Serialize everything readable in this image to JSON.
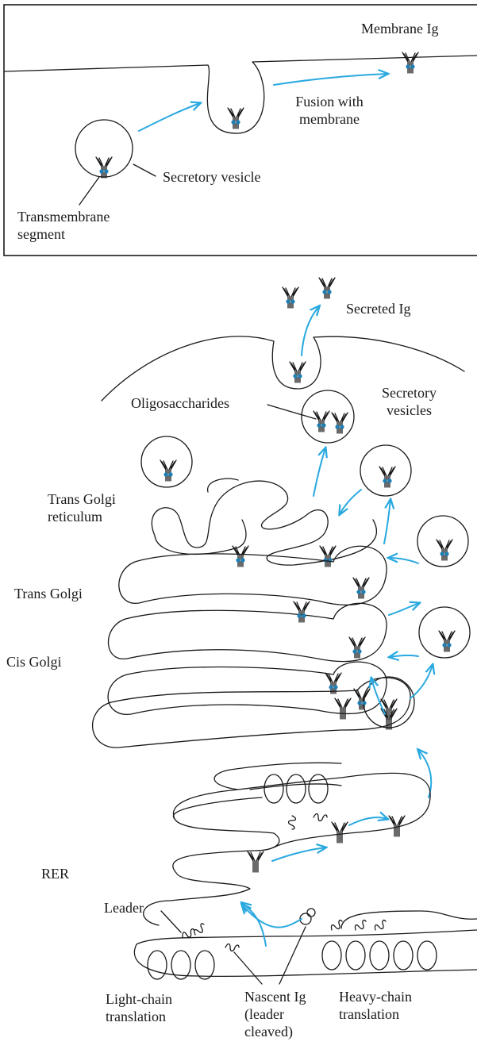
{
  "colors": {
    "arrow": "#29a9e0",
    "oligosaccharide": "#1e7fb4",
    "line": "#1a1a1a"
  },
  "inset": {
    "membrane_ig": "Membrane Ig",
    "fusion_with_membrane": "Fusion with membrane",
    "secretory_vesicle": "Secretory vesicle",
    "transmembrane_segment": "Transmembrane segment"
  },
  "main": {
    "secreted_ig": "Secreted Ig",
    "oligosaccharides": "Oligosaccharides",
    "secretory_vesicles": "Secretory vesicles",
    "trans_golgi_reticulum": "Trans Golgi reticulum",
    "trans_golgi": "Trans Golgi",
    "cis_golgi": "Cis Golgi",
    "rer": "RER",
    "leader": "Leader",
    "light_chain_translation": "Light-chain translation",
    "nascent_ig": "Nascent Ig (leader cleaved)",
    "heavy_chain_translation": "Heavy-chain translation"
  }
}
